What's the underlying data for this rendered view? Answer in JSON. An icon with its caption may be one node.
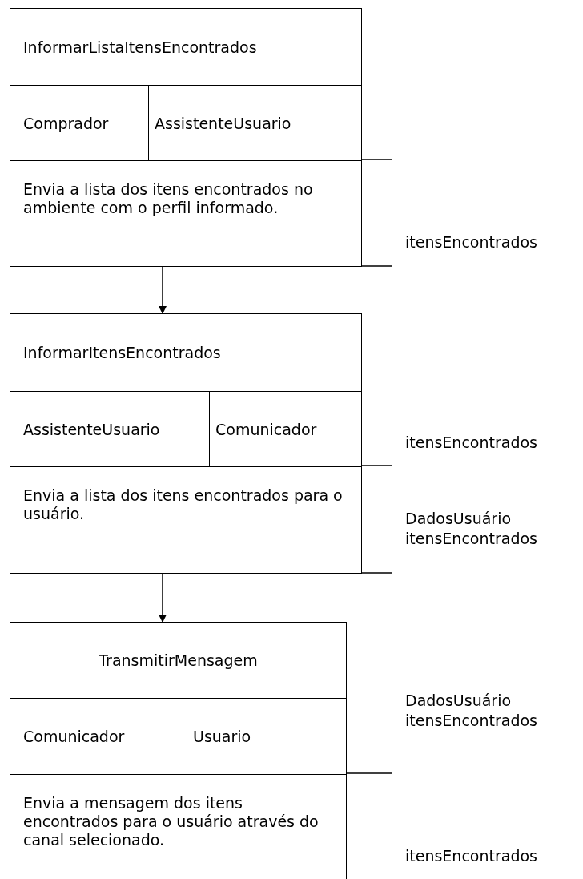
{
  "diagram": {
    "nodes": [
      {
        "text": [
          "InformarListaItensEncontrados",
          "Comprador",
          "AssistenteUsuario",
          "Envia a lista dos itens encontrados no ambiente com o perfil informado."
        ],
        "beside": [
          "itensEncontrados"
        ]
      },
      {
        "text": [
          "InformarItensEncontrados",
          "AssistenteUsuario",
          "Comunicador",
          "Envia a lista dos itens encontrados para o usuário."
        ],
        "beside": [
          "itensEncontrados",
          "DadosUsuário itensEncontrados"
        ]
      },
      {
        "text": [
          "TransmitirMensagem",
          "Comunicador",
          "Usuario",
          "Envia a mensagem dos itens encontrados para o usuário através do canal selecionado."
        ],
        "beside": [
          "DadosUsuário itensEncontrados",
          "itensEncontrados"
        ]
      }
    ],
    "edges": [
      {
        "from": 0,
        "to": 1,
        "arrow": "to"
      },
      {
        "from": 1,
        "to": 2,
        "arrow": "to"
      }
    ]
  }
}
